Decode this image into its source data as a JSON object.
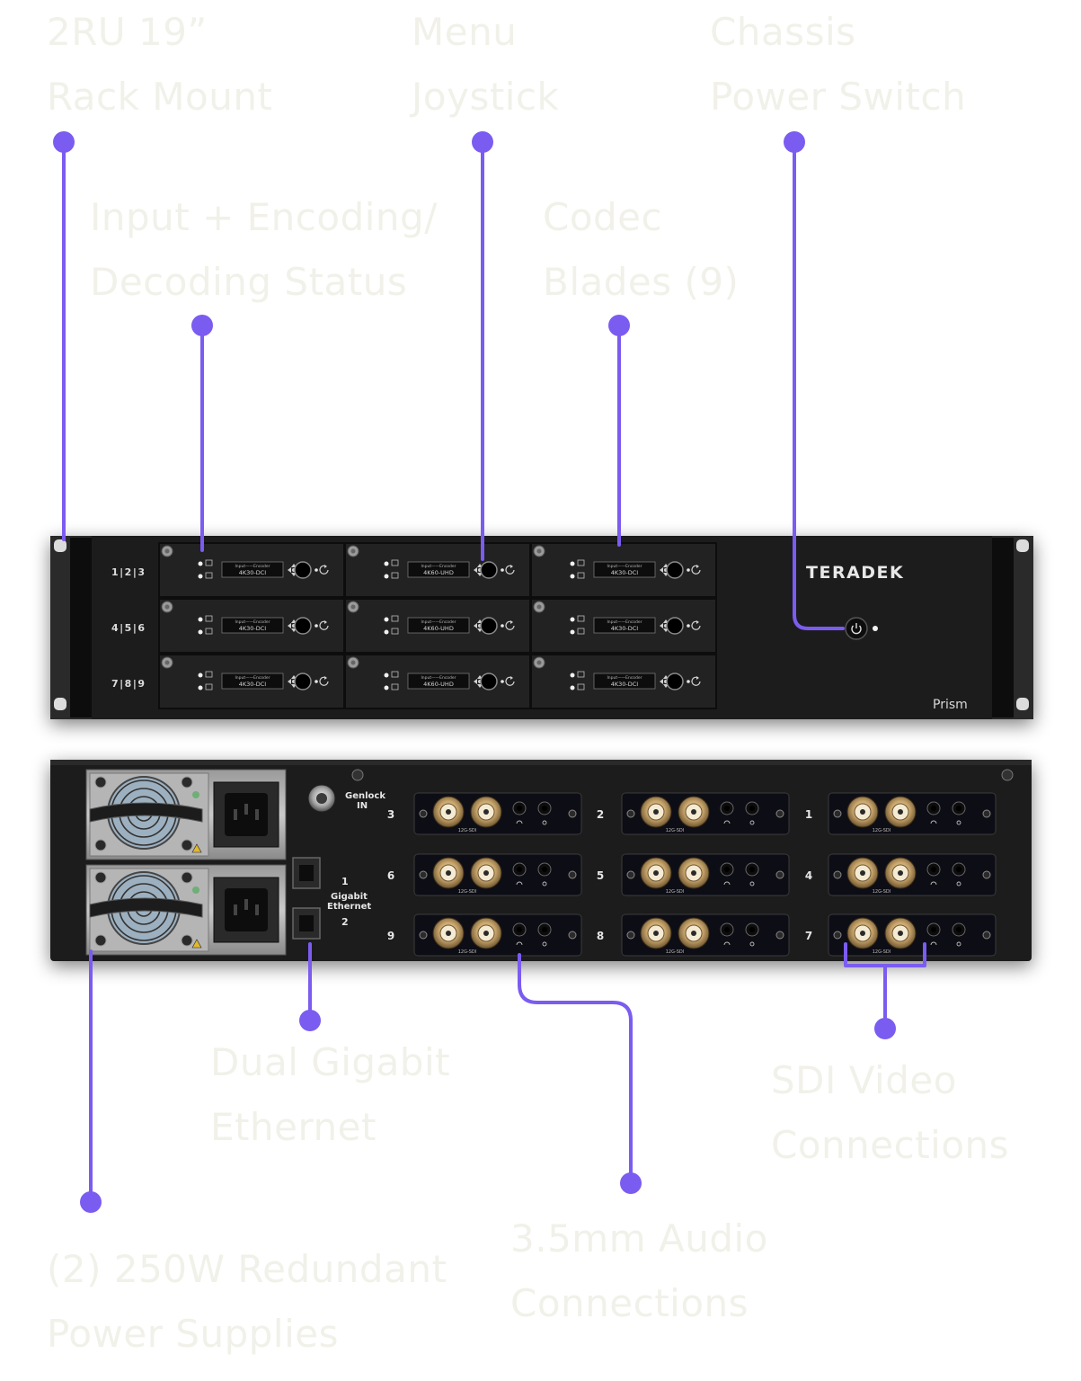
{
  "callouts": {
    "rack_mount": [
      "2RU 19”",
      "Rack Mount"
    ],
    "joystick": [
      "Menu",
      "Joystick"
    ],
    "power_switch": [
      "Chassis",
      "Power Switch"
    ],
    "status": [
      "Input + Encoding/",
      "Decoding Status"
    ],
    "blades": [
      "Codec",
      "Blades (9)"
    ],
    "ethernet": [
      "Dual Gigabit",
      "Ethernet"
    ],
    "sdi": [
      "SDI Video",
      "Connections"
    ],
    "audio": [
      "3.5mm Audio",
      "Connections"
    ],
    "power_supplies": [
      "(2) 250W Redundant",
      "Power Supplies"
    ]
  },
  "front": {
    "brand": "TERADEK",
    "model": "Prism",
    "row_labels": [
      "1|2|3",
      "4|5|6",
      "7|8|9"
    ],
    "blade_screens": [
      "4K30-DCI",
      "4K60-UHD",
      "4K30-DCI",
      "4K30-DCI",
      "4K60-UHD",
      "4K30-DCI",
      "4K30-DCI",
      "4K60-UHD",
      "4K30-DCI"
    ],
    "screen_header": "Input——Encoder"
  },
  "rear": {
    "genlock": [
      "Genlock",
      "IN"
    ],
    "ethernet_label": [
      "Gigabit",
      "Ethernet"
    ],
    "ethernet_ports": [
      "1",
      "2"
    ],
    "slot_numbers": [
      "3",
      "2",
      "1",
      "6",
      "5",
      "4",
      "9",
      "8",
      "7"
    ],
    "sdi_label": "12G-SDI"
  },
  "colors": {
    "accent": "#7b5cf0",
    "callout_text": "#f1f1ea",
    "chassis": "#1c1c1d"
  }
}
